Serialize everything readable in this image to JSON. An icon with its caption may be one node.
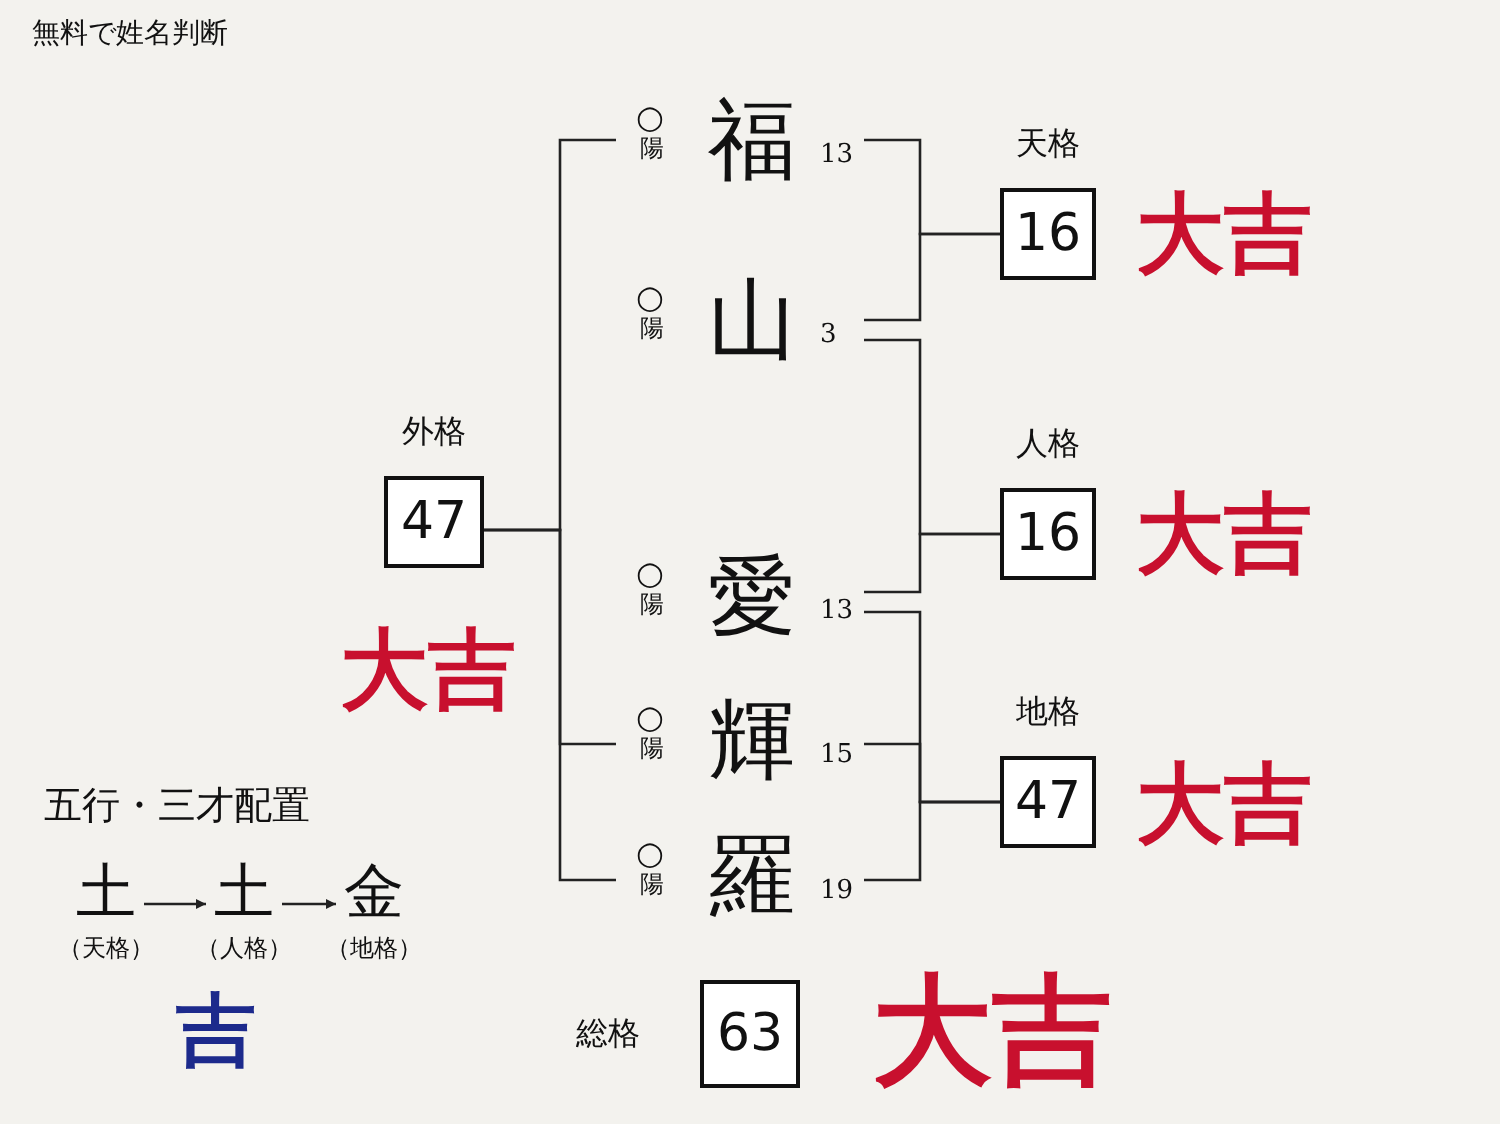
{
  "diagram": {
    "title": "無料で姓名判断",
    "nodes": [
      {
        "text": [
          "福"
        ],
        "beside": [
          "○",
          "陽",
          "13"
        ]
      },
      {
        "text": [
          "山"
        ],
        "beside": [
          "○",
          "陽",
          "3"
        ]
      },
      {
        "text": [
          "愛"
        ],
        "beside": [
          "○",
          "陽",
          "13"
        ]
      },
      {
        "text": [
          "輝"
        ],
        "beside": [
          "○",
          "陽",
          "15"
        ]
      },
      {
        "text": [
          "羅"
        ],
        "beside": [
          "○",
          "陽",
          "19"
        ]
      },
      {
        "text": [
          "天格",
          "16"
        ],
        "beside": [
          "大吉"
        ]
      },
      {
        "text": [
          "人格",
          "16"
        ],
        "beside": [
          "大吉"
        ]
      },
      {
        "text": [
          "地格",
          "47"
        ],
        "beside": [
          "大吉"
        ]
      },
      {
        "text": [
          "外格",
          "47"
        ],
        "beside": [
          "大吉"
        ]
      },
      {
        "text": [
          "総格",
          "63"
        ],
        "beside": [
          "大吉"
        ]
      },
      {
        "text": [
          "土"
        ],
        "beside": [
          "（天格）"
        ]
      },
      {
        "text": [
          "土"
        ],
        "beside": [
          "（人格）"
        ]
      },
      {
        "text": [
          "金"
        ],
        "beside": [
          "（地格）"
        ]
      }
    ],
    "edges": [
      {
        "from": 0,
        "to": 5,
        "arrow": "none"
      },
      {
        "from": 1,
        "to": 5,
        "arrow": "none"
      },
      {
        "from": 1,
        "to": 6,
        "arrow": "none"
      },
      {
        "from": 2,
        "to": 6,
        "arrow": "none"
      },
      {
        "from": 2,
        "to": 7,
        "arrow": "none"
      },
      {
        "from": 3,
        "to": 7,
        "arrow": "none"
      },
      {
        "from": 4,
        "to": 7,
        "arrow": "none"
      },
      {
        "from": 8,
        "to": 0,
        "arrow": "none"
      },
      {
        "from": 8,
        "to": 3,
        "arrow": "none"
      },
      {
        "from": 8,
        "to": 4,
        "arrow": "none"
      },
      {
        "from": 10,
        "to": 11,
        "arrow": "to"
      },
      {
        "from": 11,
        "to": 12,
        "arrow": "to"
      }
    ],
    "labels": [
      "五行・三才配置",
      "吉"
    ]
  }
}
